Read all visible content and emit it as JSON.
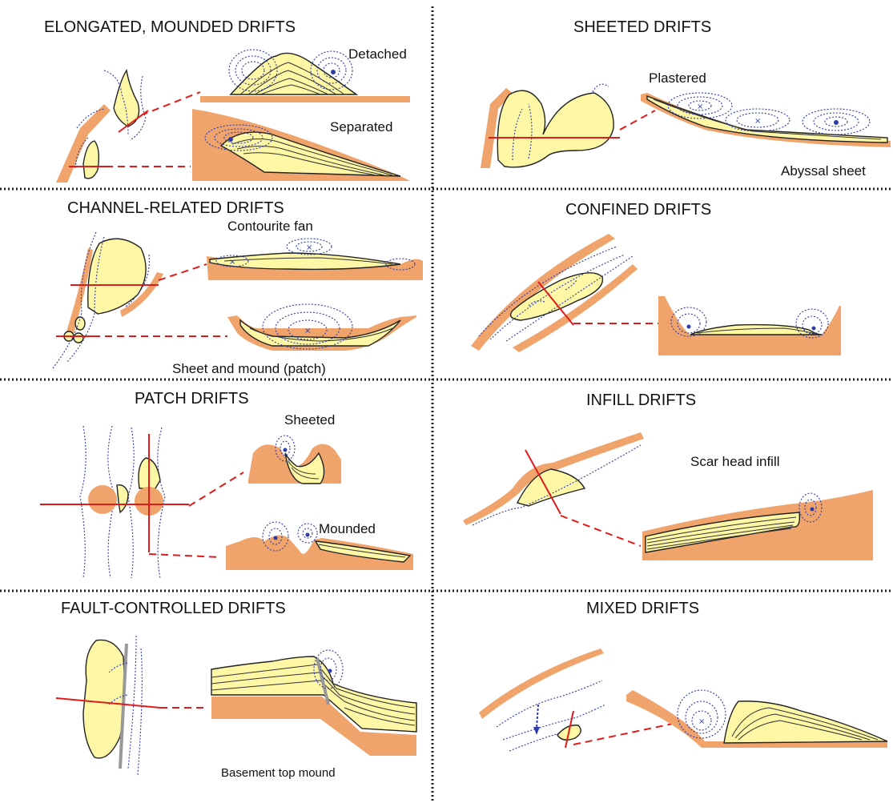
{
  "panels": {
    "elongated": {
      "title": "ELONGATED, MOUNDED DRIFTS",
      "label_a": "Detached",
      "label_b": "Separated"
    },
    "sheeted": {
      "title": "SHEETED DRIFTS",
      "label_a": "Plastered",
      "label_b": "Abyssal sheet"
    },
    "channel": {
      "title": "CHANNEL-RELATED DRIFTS",
      "label_a": "Contourite fan",
      "label_b": "Sheet and mound (patch)"
    },
    "confined": {
      "title": "CONFINED DRIFTS"
    },
    "patch": {
      "title": "PATCH DRIFTS",
      "label_a": "Sheeted",
      "label_b": "Mounded"
    },
    "infill": {
      "title": "INFILL DRIFTS",
      "label_a": "Scar head infill"
    },
    "fault": {
      "title": "FAULT-CONTROLLED  DRIFTS",
      "label_a": "Basement top mound"
    },
    "mixed": {
      "title": "MIXED DRIFTS"
    }
  },
  "colors": {
    "substrate": "#F0A46C",
    "sediment": "#FDF7A6",
    "current": "#2E3CA8",
    "section_line": "#E01B1B"
  }
}
